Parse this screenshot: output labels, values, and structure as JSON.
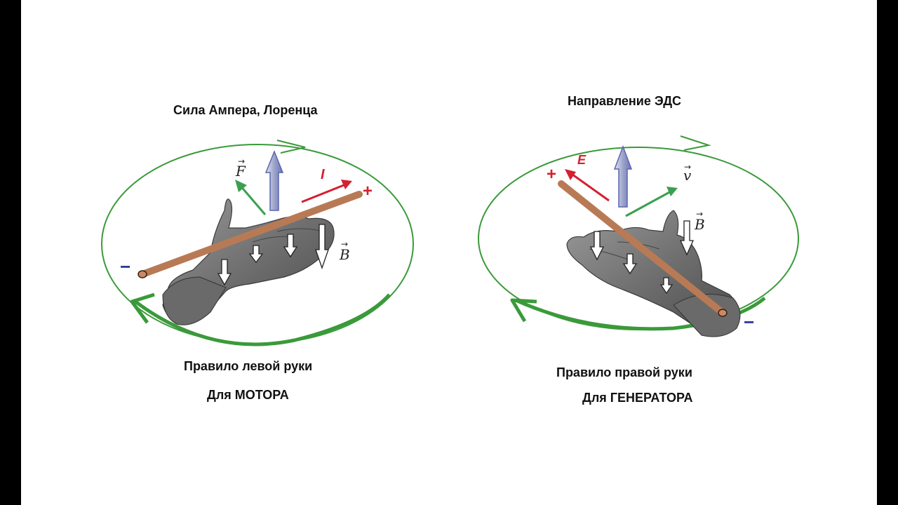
{
  "motor": {
    "title": "Сила Ампера, Лоренца",
    "rule": "Правило левой руки",
    "subtitle": "Для МОТОРА",
    "force_label": "F",
    "current_label": "I",
    "field_label": "B",
    "plus": "+",
    "minus": "−"
  },
  "generator": {
    "title": "Направление ЭДС",
    "rule": "Правило правой руки",
    "subtitle": "Для ГЕНЕРАТОРА",
    "emf_label": "E",
    "velocity_label": "v",
    "field_label": "B",
    "plus": "+",
    "minus": "−"
  },
  "colors": {
    "loop": "#3a9a3a",
    "conductor": "#b87a55",
    "current": "#d42030",
    "field_up": "#7d8fd0",
    "hand": "#7a7a7a",
    "minus": "#2a3a9a"
  }
}
